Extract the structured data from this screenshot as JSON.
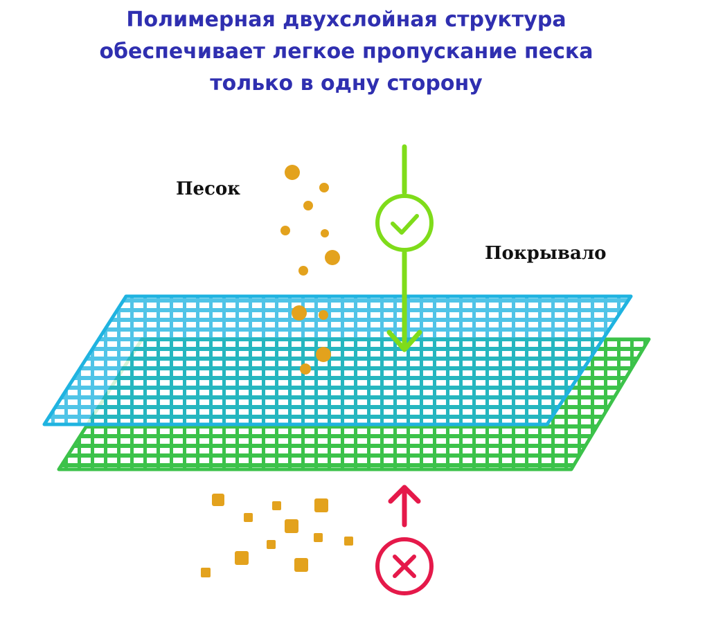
{
  "title": {
    "line1": "Полимерная двухслойная структура",
    "line2": "обеспечивает легкое пропускание песка",
    "line3": "только в одну сторону"
  },
  "labels": {
    "sand": "Песок",
    "cover": "Покрывало"
  },
  "colors": {
    "title": "#2f2fb0",
    "top_layer": "#1fb3e0",
    "bottom_layer": "#3cc24a",
    "allowed_arrow": "#7fdc1a",
    "blocked_arrow": "#e5194a",
    "sand": "#e3a21d"
  },
  "icons": {
    "allowed": "check-icon",
    "blocked": "cross-icon"
  }
}
